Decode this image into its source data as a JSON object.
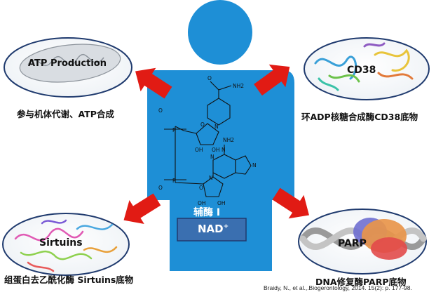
{
  "center": {
    "label_cn": "辅酶 I",
    "label_nad": "NAD",
    "label_nad_sup": "+",
    "molecule_atoms": [
      "O",
      "NH2",
      "N",
      "O",
      "P",
      "O",
      "OH",
      "OH",
      "N",
      "NH2",
      "N",
      "N",
      "N",
      "O",
      "P",
      "O",
      "OH",
      "OH"
    ]
  },
  "nodes": [
    {
      "id": "atp",
      "oval_label": "ATP Production",
      "caption": "参与机体代谢、ATP合成"
    },
    {
      "id": "cd38",
      "oval_label": "CD38",
      "caption": "环ADP核糖合成酶CD38底物"
    },
    {
      "id": "sirtuins",
      "oval_label": "Sirtuins",
      "caption": "组蛋白去乙酰化酶 Sirtuins底物"
    },
    {
      "id": "parp",
      "oval_label": "PARP",
      "caption": "DNA修复酶PARP底物"
    }
  ],
  "citation": "Braidy, N., et al.,.Biogerontology, 2014. 15(2): p. 177-98.",
  "colors": {
    "figure": "#1e8fd6",
    "arrow": "#e11b14",
    "label_box": "#3a6fb0",
    "oval_border": "#1f3a6e"
  }
}
